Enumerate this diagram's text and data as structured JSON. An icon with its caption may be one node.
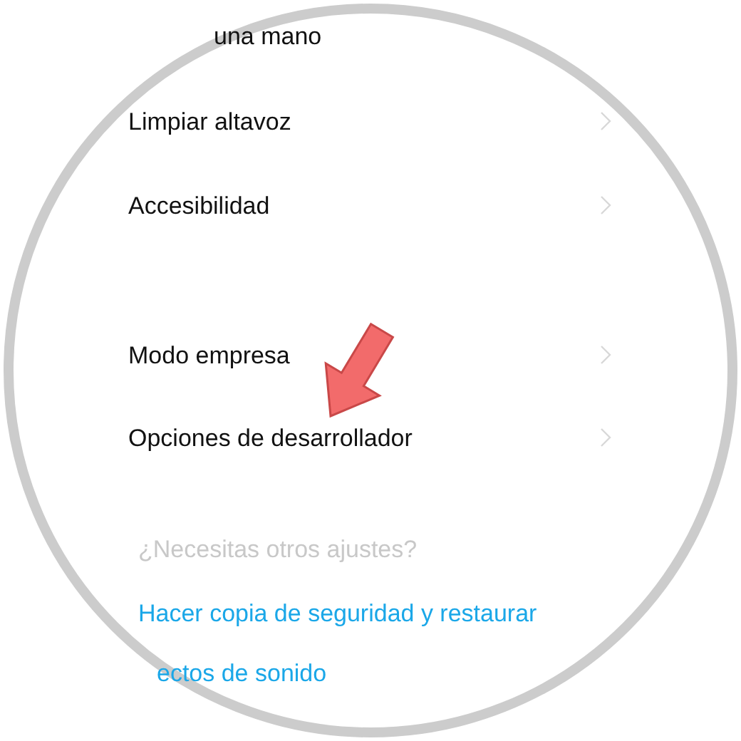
{
  "diagram": {
    "nodes": [
      {
        "text": [
          "una mano"
        ]
      },
      {
        "text": [
          "Limpiar altavoz"
        ]
      },
      {
        "text": [
          "Accesibilidad"
        ]
      },
      {
        "text": [
          "Modo empresa"
        ]
      },
      {
        "text": [
          "Opciones de desarrollador"
        ]
      },
      {
        "text": [
          "¿Necesitas otros ajustes?"
        ]
      },
      {
        "text": [
          "Hacer copia de seguridad y restaurar"
        ]
      },
      {
        "text": [
          "ectos de sonido"
        ]
      }
    ],
    "edges": [
      {
        "from": null,
        "to": 4,
        "arrow": "to"
      }
    ]
  }
}
